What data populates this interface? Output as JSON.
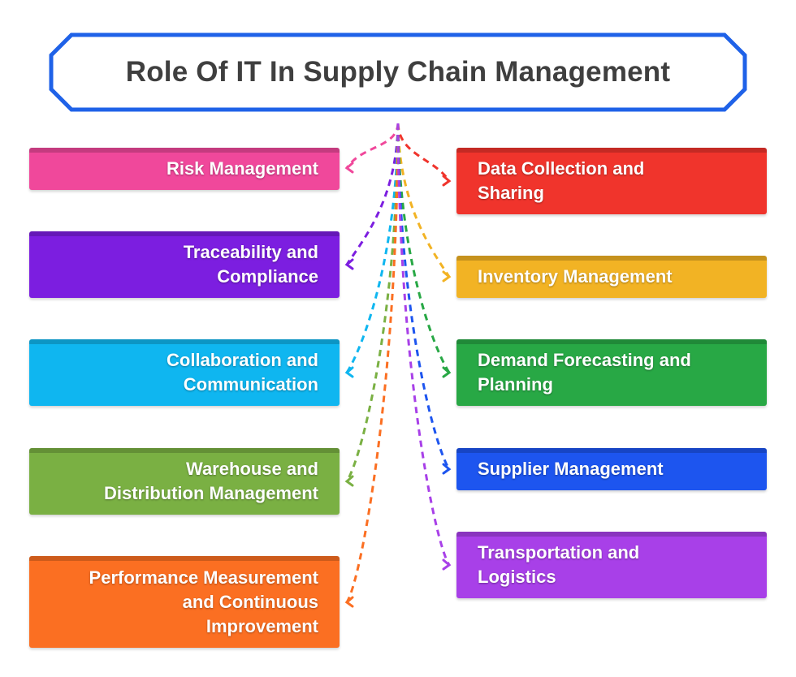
{
  "title": "Role Of IT In Supply Chain Management",
  "colors": {
    "title_border": "#1f62e8",
    "title_text": "#3f3f3f",
    "risk": "#f0489b",
    "traceability": "#7c1ee0",
    "collaboration": "#0fb6f0",
    "warehouse": "#7ab043",
    "performance": "#fb6f22",
    "data": "#f0342c",
    "inventory": "#f2b324",
    "demand": "#28a845",
    "supplier": "#1d55ef",
    "transport": "#a840e8"
  },
  "left_items": [
    {
      "id": "risk",
      "label": "Risk Management",
      "color": "#f0489b"
    },
    {
      "id": "traceability",
      "label": "Traceability and\nCompliance",
      "color": "#7c1ee0"
    },
    {
      "id": "collaboration",
      "label": "Collaboration and\nCommunication",
      "color": "#0fb6f0"
    },
    {
      "id": "warehouse",
      "label": "Warehouse and\nDistribution Management",
      "color": "#7ab043"
    },
    {
      "id": "performance",
      "label": "Performance Measurement\nand Continuous\nImprovement",
      "color": "#fb6f22"
    }
  ],
  "right_items": [
    {
      "id": "data",
      "label": "Data Collection and\nSharing",
      "color": "#f0342c"
    },
    {
      "id": "inventory",
      "label": "Inventory Management",
      "color": "#f2b324"
    },
    {
      "id": "demand",
      "label": "Demand Forecasting and\nPlanning",
      "color": "#28a845"
    },
    {
      "id": "supplier",
      "label": "Supplier Management",
      "color": "#1d55ef"
    },
    {
      "id": "transport",
      "label": "Transportation and\nLogistics",
      "color": "#a840e8"
    }
  ]
}
